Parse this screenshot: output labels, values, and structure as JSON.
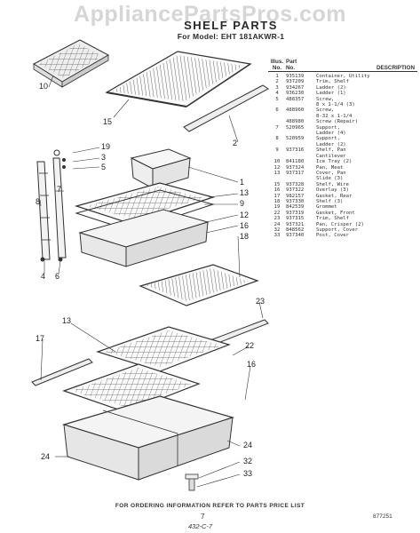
{
  "watermark": "AppliancePartsPros.com",
  "title": "SHELF PARTS",
  "subtitle": "For Model: EHT 181AKWR-1",
  "parts_header": {
    "illus_line1": "Illus.",
    "illus_line2": "No.",
    "part_line1": "Part",
    "part_line2": "No.",
    "description": "DESCRIPTION"
  },
  "parts": [
    {
      "illus": "1",
      "part": "935139",
      "desc": "Container, Utility"
    },
    {
      "illus": "2",
      "part": "937209",
      "desc": "Trim, Shelf"
    },
    {
      "illus": "3",
      "part": "934267",
      "desc": "Ladder (2)"
    },
    {
      "illus": "4",
      "part": "936230",
      "desc": "Ladder (1)"
    },
    {
      "illus": "5",
      "part": "488357",
      "desc": "Screw,"
    },
    {
      "illus": "",
      "part": "",
      "desc": "8 x 1-1/4 (3)"
    },
    {
      "illus": "6",
      "part": "488960",
      "desc": "Screw,"
    },
    {
      "illus": "",
      "part": "",
      "desc": "8-32 x 1-1/4"
    },
    {
      "illus": "",
      "part": "488980",
      "desc": "Screw (Repair)"
    },
    {
      "illus": "7",
      "part": "520965",
      "desc": "Support,"
    },
    {
      "illus": "",
      "part": "",
      "desc": "Ladder (4)"
    },
    {
      "illus": "8",
      "part": "520959",
      "desc": "Support,"
    },
    {
      "illus": "",
      "part": "",
      "desc": "Ladder (2)"
    },
    {
      "illus": "9",
      "part": "937316",
      "desc": "Shelf, Pan"
    },
    {
      "illus": "",
      "part": "",
      "desc": "Cantilever"
    },
    {
      "illus": "10",
      "part": "841180",
      "desc": "Ice Tray (2)"
    },
    {
      "illus": "12",
      "part": "937324",
      "desc": "Pan, Meat"
    },
    {
      "illus": "13",
      "part": "937317",
      "desc": "Cover, Pan"
    },
    {
      "illus": "",
      "part": "",
      "desc": "Slide (3)"
    },
    {
      "illus": "15",
      "part": "937328",
      "desc": "Shelf, Wire"
    },
    {
      "illus": "16",
      "part": "937322",
      "desc": "Overlay (3)"
    },
    {
      "illus": "17",
      "part": "982157",
      "desc": "Gasket, Rear"
    },
    {
      "illus": "18",
      "part": "937330",
      "desc": "Shelf (3)"
    },
    {
      "illus": "19",
      "part": "842539",
      "desc": "Grommet"
    },
    {
      "illus": "22",
      "part": "937319",
      "desc": "Gasket, Front"
    },
    {
      "illus": "23",
      "part": "937315",
      "desc": "Trim, Shelf"
    },
    {
      "illus": "24",
      "part": "937321",
      "desc": "Pan, Crisper (2)"
    },
    {
      "illus": "32",
      "part": "848562",
      "desc": "Support, Cover"
    },
    {
      "illus": "33",
      "part": "937340",
      "desc": "Post, Cover"
    }
  ],
  "callouts": [
    {
      "name": "callout-10",
      "text": "10"
    },
    {
      "name": "callout-15",
      "text": "15"
    },
    {
      "name": "callout-2",
      "text": "2"
    },
    {
      "name": "callout-19",
      "text": "19"
    },
    {
      "name": "callout-3",
      "text": "3"
    },
    {
      "name": "callout-5",
      "text": "5"
    },
    {
      "name": "callout-7",
      "text": "7"
    },
    {
      "name": "callout-8",
      "text": "8"
    },
    {
      "name": "callout-1",
      "text": "1"
    },
    {
      "name": "callout-13a",
      "text": "13"
    },
    {
      "name": "callout-9",
      "text": "9"
    },
    {
      "name": "callout-12",
      "text": "12"
    },
    {
      "name": "callout-16a",
      "text": "16"
    },
    {
      "name": "callout-18",
      "text": "18"
    },
    {
      "name": "callout-4",
      "text": "4"
    },
    {
      "name": "callout-6",
      "text": "6"
    },
    {
      "name": "callout-23",
      "text": "23"
    },
    {
      "name": "callout-13b",
      "text": "13"
    },
    {
      "name": "callout-17",
      "text": "17"
    },
    {
      "name": "callout-22",
      "text": "22"
    },
    {
      "name": "callout-16b",
      "text": "16"
    },
    {
      "name": "callout-24a",
      "text": "24"
    },
    {
      "name": "callout-24b",
      "text": "24"
    },
    {
      "name": "callout-32",
      "text": "32"
    },
    {
      "name": "callout-33",
      "text": "33"
    }
  ],
  "ordering_note": "FOR ORDERING INFORMATION REFER TO PARTS PRICE LIST",
  "page_number": "7",
  "doc_number": "877251",
  "hand_note": "432-C-7"
}
